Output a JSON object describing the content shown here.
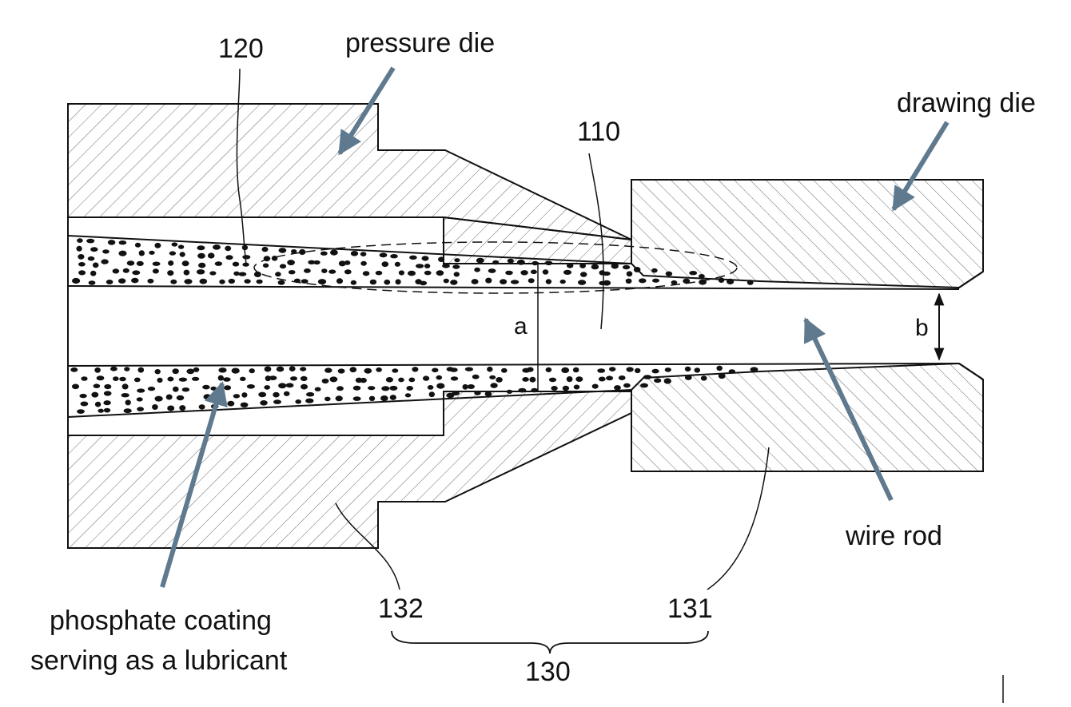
{
  "labels": {
    "pressure_die": "pressure die",
    "drawing_die": "drawing die",
    "wire_rod": "wire rod",
    "phosphate_line1": "phosphate coating",
    "phosphate_line2": "serving as a lubricant"
  },
  "reference_numbers": {
    "r120": "120",
    "r110": "110",
    "r132": "132",
    "r131": "131",
    "r130": "130"
  },
  "dimensions": {
    "a": "a",
    "b": "b"
  },
  "colors": {
    "arrow": "#5f7a8f",
    "line": "#111111",
    "hatch": "#6a6a6a"
  }
}
